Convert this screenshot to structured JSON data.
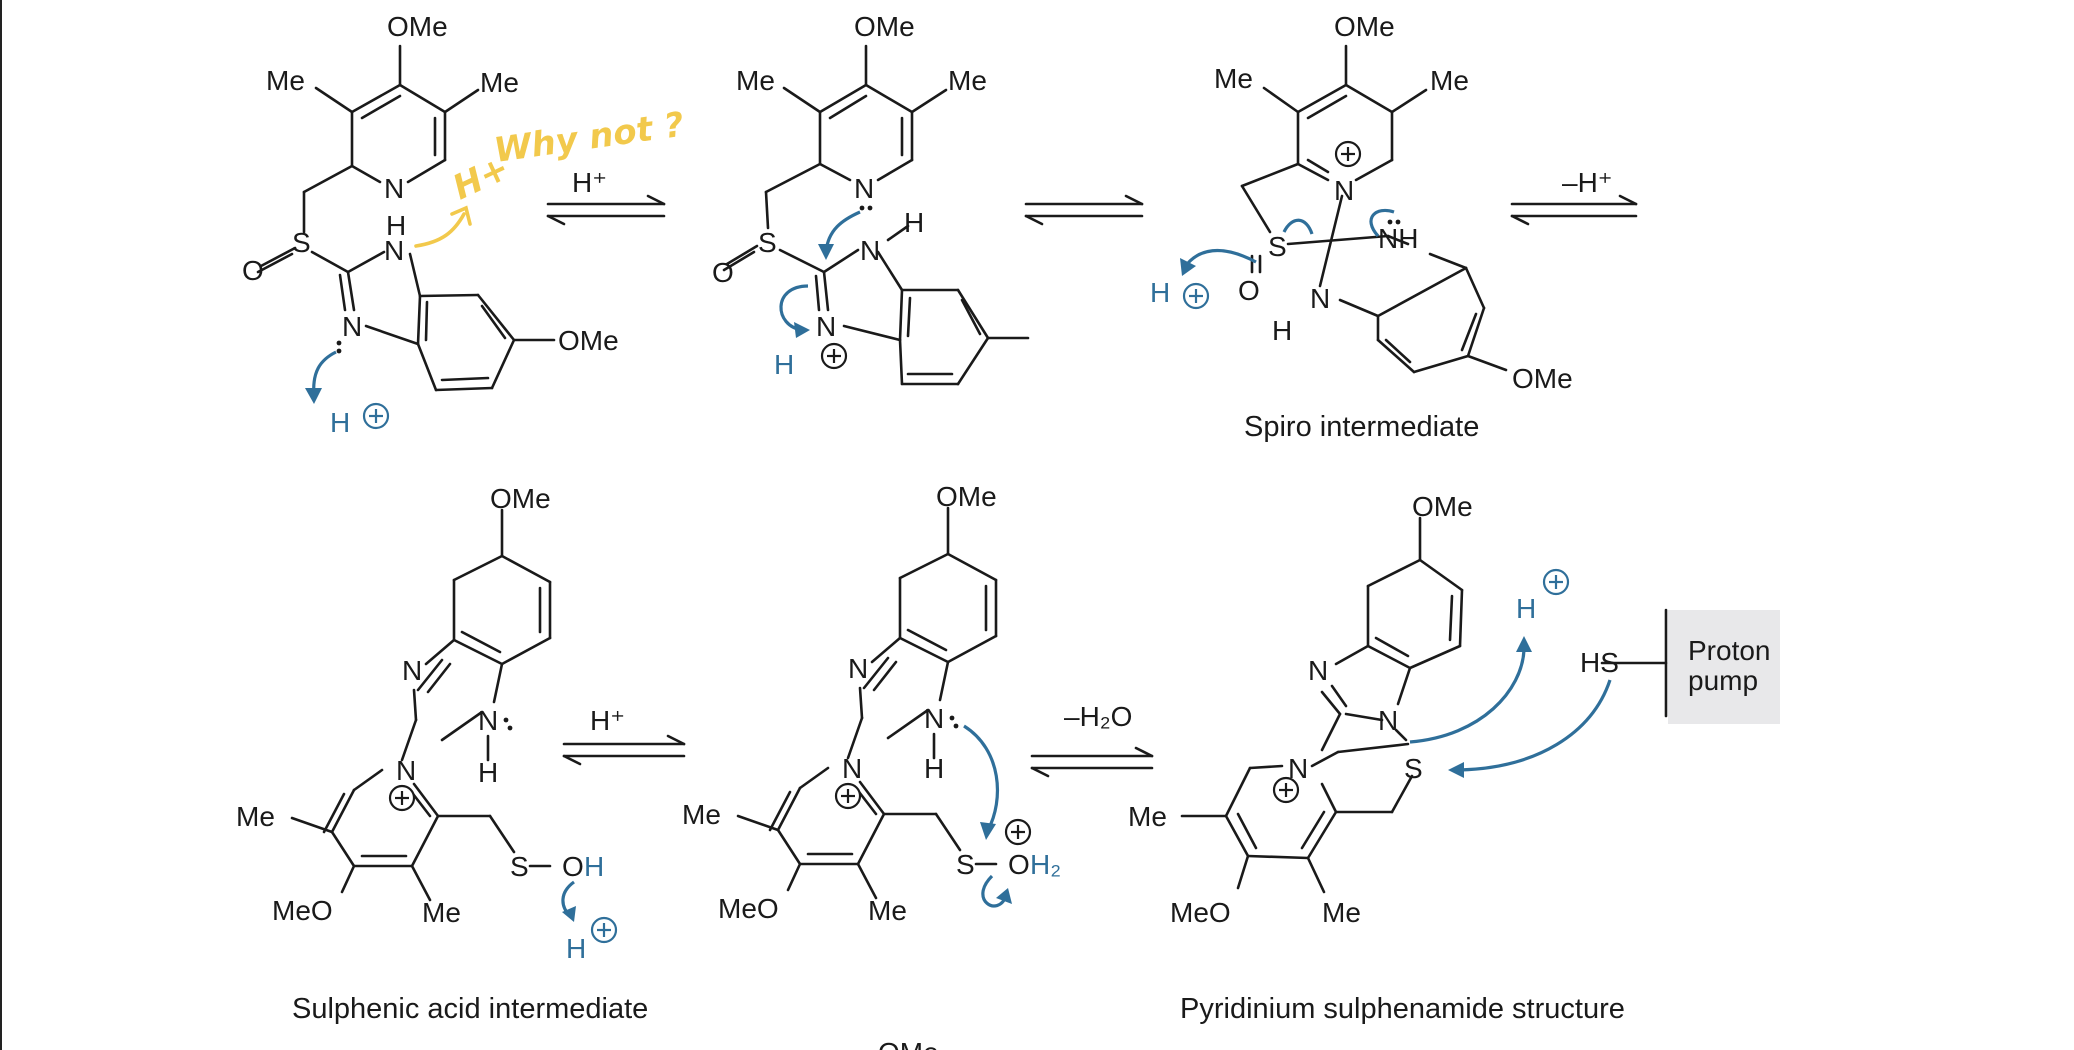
{
  "labels": {
    "ome": "OMe",
    "meo": "MeO",
    "me": "Me",
    "n": "N",
    "nh": "NH",
    "h": "H",
    "s": "S",
    "o": "O",
    "oh_o": "O",
    "oh_h": "H",
    "hs": "HS",
    "h_plus": "H⁺",
    "minus_h_plus": "–H⁺",
    "minus_h2o": "–H₂O",
    "oh2": "H₂",
    "proton_pump": [
      "Proton",
      "pump"
    ]
  },
  "captions": {
    "spiro": "Spiro intermediate",
    "sulphenic": "Sulphenic acid intermediate",
    "sulphenamide": "Pyridinium sulphenamide structure"
  },
  "annotation": {
    "handwritten": "Why not ?",
    "handwritten_h": "H+"
  },
  "colors": {
    "ink": "#1a1a1a",
    "arrow": "#2f6f9a",
    "highlight": "#f2c94c",
    "pump_box": "#e8e8ea"
  }
}
